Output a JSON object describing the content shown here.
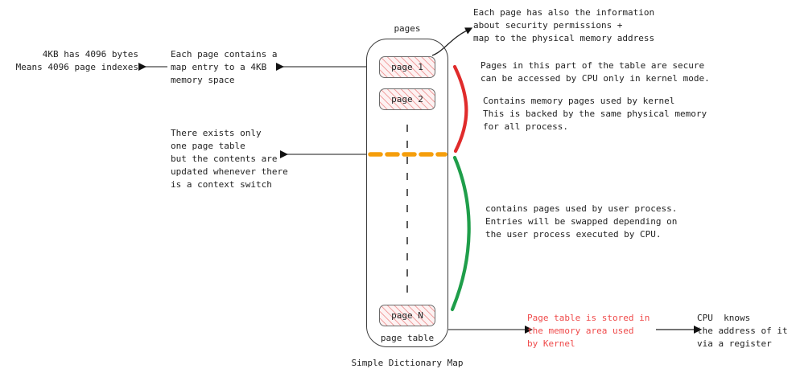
{
  "diagram": {
    "caption": "Simple Dictionary Map",
    "table": {
      "top_label": "pages",
      "bottom_label": "page table",
      "cells": [
        {
          "label": "page 1"
        },
        {
          "label": "page 2"
        },
        {
          "label": "page N"
        }
      ]
    },
    "colors": {
      "kernel_bracket": "#e02b2b",
      "user_bracket": "#1f9e4a",
      "divider": "#f59e0b",
      "hatch": "#e76060",
      "outline": "#3d3d3d",
      "red_text": "#ef4a4a",
      "body_text": "#222222"
    },
    "annotations": {
      "left_far": "4KB has 4096 bytes\nMeans 4096 page indexes",
      "left_mid": "Each page contains a\nmap entry to a 4KB\nmemory space",
      "left_lower": "There exists only\none page table\nbut the contents are\nupdated whenever there\nis a context switch",
      "top_right": "Each page has also the information\nabout security permissions +\nmap to the physical memory address",
      "kernel_secure": "Pages in this part of the table are secure\ncan be accessed by CPU only in kernel mode.",
      "kernel_contains": "Contains memory pages used by kernel\nThis is backed by the same physical memory\nfor all process.",
      "user_contains": "contains pages used by user process.\nEntries will be swapped depending on\nthe user process executed by CPU.",
      "storage_red": "Page table is stored in\nthe memory area used\nby Kernel",
      "cpu_register": "CPU  knows\nthe address of it\nvia a register"
    }
  }
}
